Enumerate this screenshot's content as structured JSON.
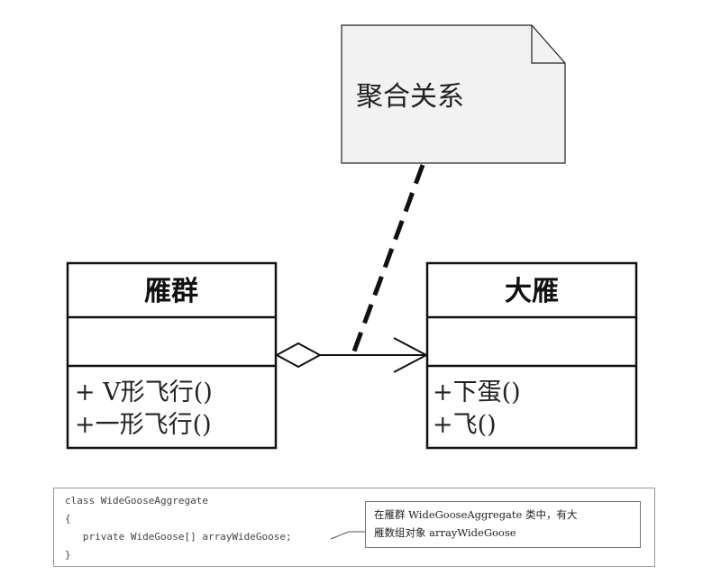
{
  "note": {
    "text": "聚合关系"
  },
  "classes": {
    "aggregate": {
      "name": "雁群",
      "operations": [
        "+ V形飞行()",
        "+一形飞行()"
      ]
    },
    "part": {
      "name": "大雁",
      "operations": [
        "+下蛋()",
        "+飞()"
      ]
    }
  },
  "code": {
    "lines": [
      "class WideGooseAggregate",
      "{",
      "   private WideGoose[] arrayWideGoose;",
      "}"
    ],
    "comment": {
      "line1": "在雁群 WideGooseAggregate 类中，有大",
      "line2": "雁数组对象 arrayWideGoose"
    }
  },
  "relationship": "aggregation"
}
